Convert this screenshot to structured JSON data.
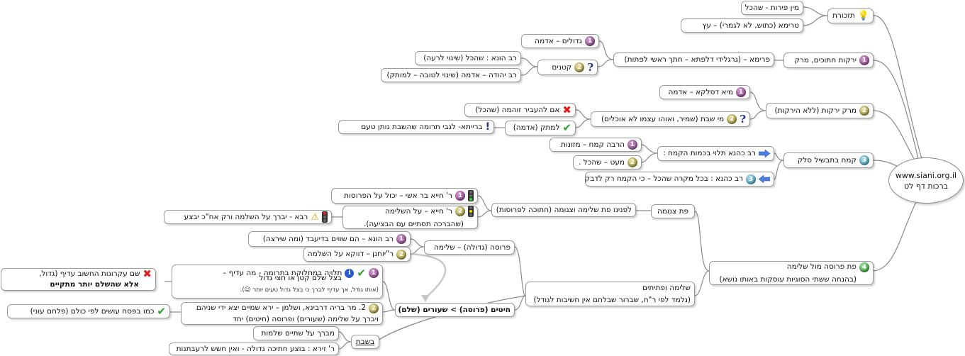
{
  "root": {
    "line1": "www.siani.org.il",
    "line2": "ברכות דף לט"
  },
  "reminders": {
    "label": "תזכורת",
    "items": [
      "מין פירות - שהכל",
      "טרימא (כתוש, לא לגמרי) – עץ"
    ]
  },
  "b1": {
    "label": "ירקות חתוכים, מרק",
    "sub": "פרימא – (גרגלידי דלפתא – חתך ראשי לפתות)",
    "big": "גדולים – אדמה",
    "small": "קטנים",
    "rav_huna": "רב הונא : שהכל (שינוי לרעה)",
    "rav_yehuda": "רב יהודה – אדמה (שינוי לטובה – למותק)"
  },
  "b2": {
    "label": "מרק ירקות (ללא הירקות)",
    "water": "מיא דסלקא – אדמה",
    "shabbat": "מי שבת (שמיר, ואוהו עצמו לא אוכלים)",
    "avoid": "אם להעביר זוהמה (שהכל)",
    "sweet": "למתק (אדמה)",
    "baraita": "ברייתא- לגבי תרומה שהשבת נותן טעם"
  },
  "b3": {
    "label": "קמח בתבשיל סלק",
    "rav_kahana_1": "רב כהנא תלוי בכמות הקמח :",
    "much": "הרבה קמח – מזונות",
    "little": "מעט – שהכל .",
    "rav_kahana_2": "רב כהנא : בכל מקרה שהכל – כי הקמח רק לדבק"
  },
  "b4": {
    "label": "פת פרוסה מול שלימה",
    "sub": "(בהנחה ששתי הסוגיות עוסקות באותו נושא)",
    "tsnuma": "פת צנומה",
    "before_us": "לפנינו פת שלימה וצנומה (חתוכה לפרוסות)",
    "r_chiya_bar_ashi": "ר' חייא בר אשי – יכול על הפרוסות",
    "r_chiya_1": "ר' חייא – על השלימה",
    "r_chiya_2": "(שהברכה תסתיים עם הבציעה).",
    "rava": "רבא - יברך על השלמה ורק אח\"כ יבצע",
    "rava_bold": "השלמה",
    "whole_big": "שלימה ופתיתים",
    "whole_big_sub": "(נלמד לפי ר\"ח, שברור שבלחם אין חשיבות לגודל)",
    "portion": "פרוסה (גדולה) – שלימה",
    "rav_huna": "רב הונא – הם שווים בדיעבד (ומה שירצה)",
    "rav_huna_bold": "ומה שירצה",
    "rabbi_yochanan": "ר\"יוחנן – דווקא על השלמה",
    "chitim": "חיטים (פרוסה) > שעורים (שלם)",
    "taluy1": "תלויה במחלוקת בתרומה - מה עדיף –",
    "taluy2": "בצל שלם קטן או חצי גדול",
    "taluy3": "(אותו גודל, אך עדיף לברך כי בצל גדול טעים יותר ☺).",
    "side_bad1": "שם עקרונות החשוב עדיף (גדול,",
    "side_bad2": "אלא שהשלם יותר מתקיים",
    "mar1": "2. מר בריה דרבינא, ושלמן – ירא שמיים יצא ידי שניהם",
    "mar2": "ויברך על שלימה (שעורים) ופרוסה (חיטים) יחד",
    "side_good": "כמו בפסח עושים לפי כולם (פלחם עוני)",
    "shabbat": "בשבת",
    "shabbat1": "מברך על שתיים שלמות",
    "shabbat2": "ר' זירא : בוצע חתיכה גדולה - ואין חשש לרעבתנות"
  }
}
